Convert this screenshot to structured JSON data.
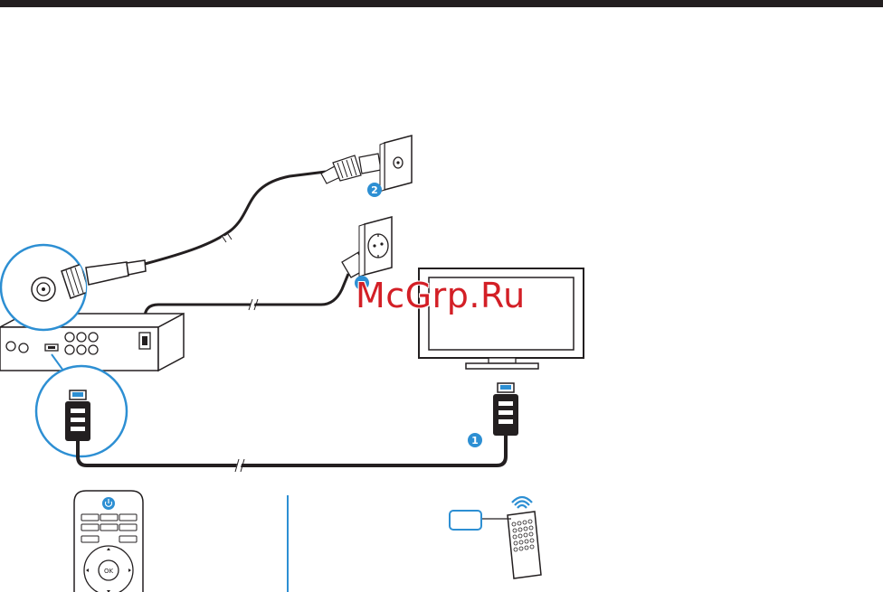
{
  "watermark": "McGrp.Ru",
  "steps": {
    "hdmi_step": "1",
    "antenna_step": "2"
  },
  "remote": {
    "ok_label": "OK"
  },
  "colors": {
    "accent": "#2d8fd3",
    "line": "#231f20",
    "watermark": "#d31f26"
  }
}
